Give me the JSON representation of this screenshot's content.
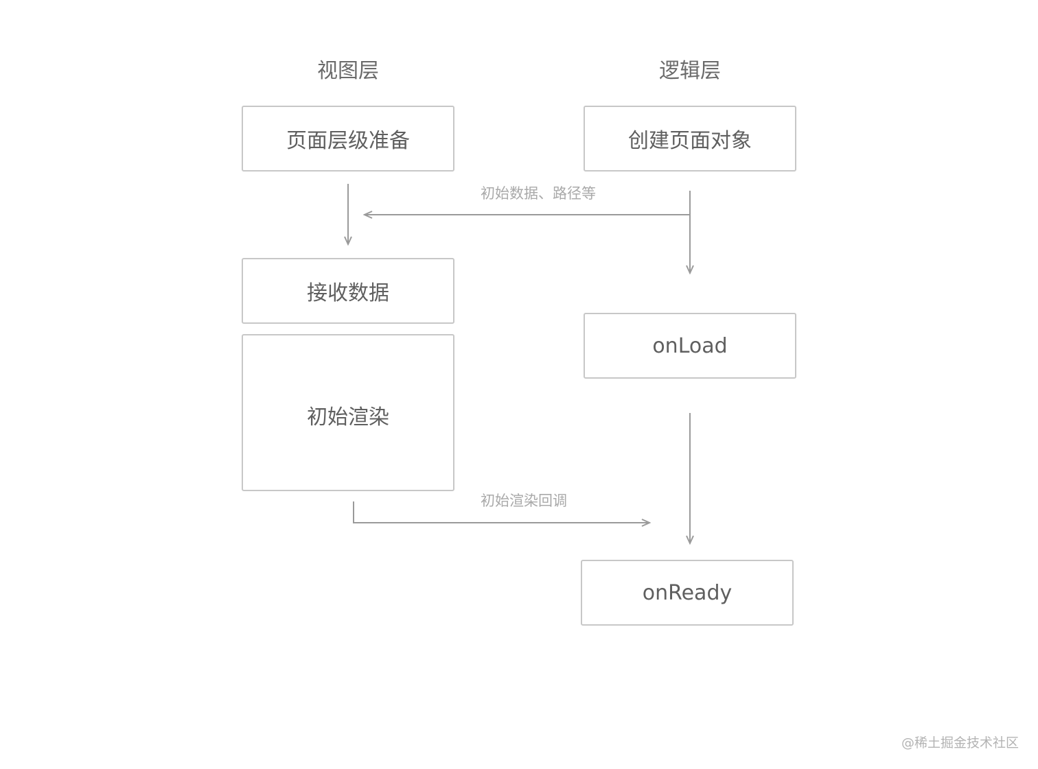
{
  "columns": {
    "view_layer": "视图层",
    "logic_layer": "逻辑层"
  },
  "nodes": {
    "page_level_prep": "页面层级准备",
    "create_page_object": "创建页面对象",
    "receive_data": "接收数据",
    "initial_render": "初始渲染",
    "on_load": "onLoad",
    "on_ready": "onReady"
  },
  "edges": {
    "initial_data_label": "初始数据、路径等",
    "render_callback_label": "初始渲染回调"
  },
  "watermark": "@稀土掘金技术社区",
  "colors": {
    "box_border": "#c7c7c7",
    "arrow": "#9a9a9a",
    "text": "#5f5f5f",
    "label": "#a9a9a9"
  }
}
